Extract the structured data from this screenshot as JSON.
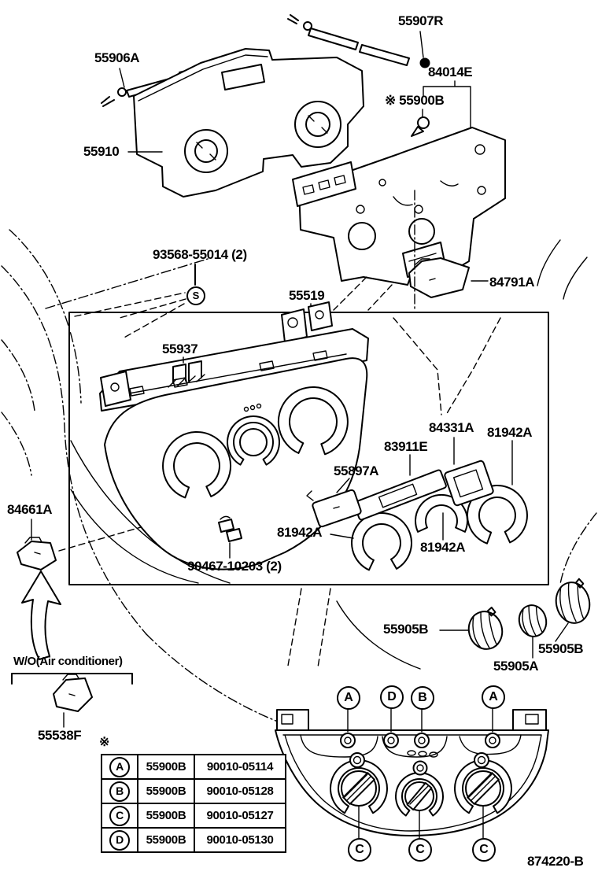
{
  "diagram": {
    "figure_number": "874220-B",
    "table_note": "※",
    "wo_air_conditioner": "W/O(Air conditioner)",
    "s_bolt_marker": "S",
    "labels": {
      "p55907R": "55907R",
      "p55906A": "55906A",
      "p84014E": "84014E",
      "p55900B": "※ 55900B",
      "p55910": "55910",
      "p93568": "93568-55014 (2)",
      "p55519": "55519",
      "p84791A": "84791A",
      "p55937": "55937",
      "p84331A": "84331A",
      "p81942A_right": "81942A",
      "p83911E": "83911E",
      "p55897A": "55897A",
      "p84661A": "84661A",
      "p81942A_left": "81942A",
      "p81942A_mid": "81942A",
      "p90467": "90467-10203 (2)",
      "p55905B_left": "55905B",
      "p55905B_right": "55905B",
      "p55905A": "55905A",
      "p55538F": "55538F"
    },
    "screw_callouts_top": [
      "A",
      "D",
      "B",
      "A"
    ],
    "screw_callouts_bottom": [
      "C",
      "C",
      "C"
    ],
    "fastener_table": {
      "rows": [
        {
          "key": "A",
          "part": "55900B",
          "number": "90010-05114"
        },
        {
          "key": "B",
          "part": "55900B",
          "number": "90010-05128"
        },
        {
          "key": "C",
          "part": "55900B",
          "number": "90010-05127"
        },
        {
          "key": "D",
          "part": "55900B",
          "number": "90010-05130"
        }
      ]
    },
    "colors": {
      "line": "#000000",
      "background": "#ffffff"
    }
  }
}
